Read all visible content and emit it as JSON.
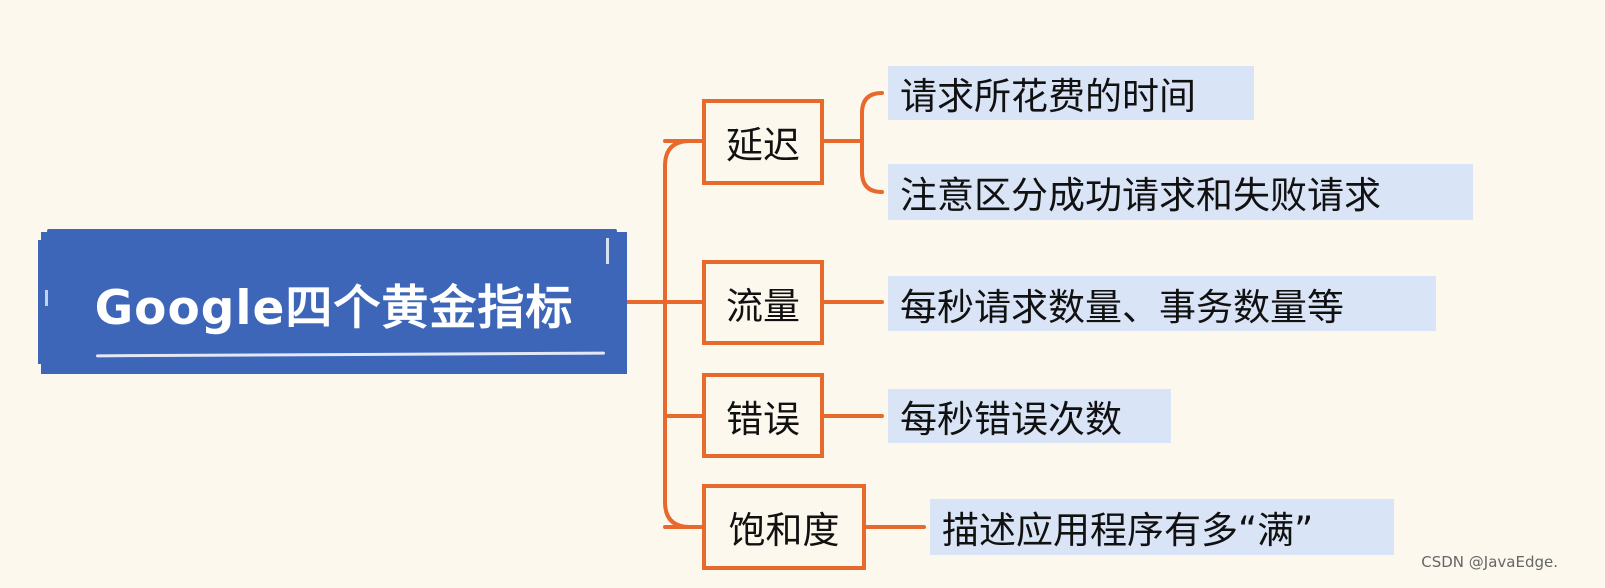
{
  "mindmap": {
    "root": {
      "label": "Google四个黄金指标"
    },
    "branches": [
      {
        "label": "延迟",
        "details": [
          "请求所花费的时间",
          "注意区分成功请求和失败请求"
        ]
      },
      {
        "label": "流量",
        "details": [
          "每秒请求数量、事务数量等"
        ]
      },
      {
        "label": "错误",
        "details": [
          "每秒错误次数"
        ]
      },
      {
        "label": "饱和度",
        "details": [
          "描述应用程序有多“满”"
        ]
      }
    ]
  },
  "watermark": "CSDN @JavaEdge.",
  "colors": {
    "background": "#fdf8ee",
    "root_fill": "#3d66b8",
    "root_text": "#ffffff",
    "connector": "#e8692c",
    "leaf_highlight": "#d9e4f6",
    "text": "#111111"
  }
}
